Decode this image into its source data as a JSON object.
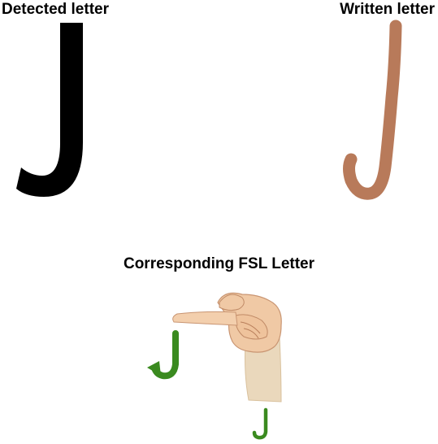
{
  "labels": {
    "detected": "Detected letter",
    "written": "Written letter",
    "fsl": "Corresponding FSL Letter"
  },
  "letters": {
    "detected": "J"
  },
  "colors": {
    "detected_letter": "#000000",
    "written_stroke": "#b87a5a",
    "fsl_green": "#3a8a1f",
    "skin": "#f0c9a5",
    "skin_shadow": "#d9a57c",
    "arm": "#e8d6b8"
  },
  "icons": {
    "written_letter": "handwritten-j-stroke",
    "hand": "fsl-hand-sign-j",
    "motion_arrow": "green-j-motion-arrow",
    "fsl_caption_glyph": "green-j-glyph"
  }
}
